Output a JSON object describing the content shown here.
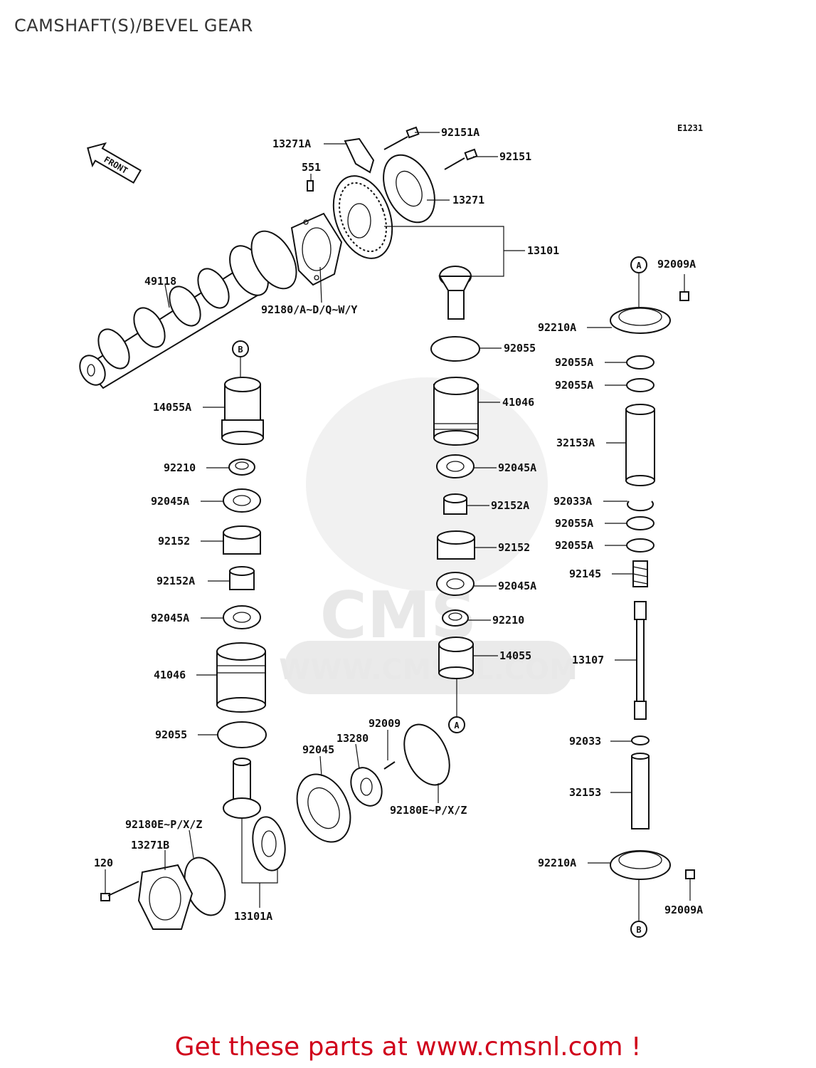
{
  "title": "CAMSHAFT(S)/BEVEL GEAR",
  "diagram_code": "E1231",
  "front_label": "FRONT",
  "watermark": {
    "brand": "CMS",
    "url": "WWW.CMSNL.COM"
  },
  "footer": "Get these parts at www.cmsnl.com !",
  "refs": {
    "a": "A",
    "b": "B"
  },
  "parts": [
    "13271A",
    "92151A",
    "92151",
    "551",
    "13271",
    "13101",
    "49118",
    "92180/A~D/Q~W/Y",
    "92009A",
    "92210A",
    "92055",
    "92055A",
    "92055A",
    "14055A",
    "41046",
    "32153A",
    "92210",
    "92045A",
    "92045A",
    "92152A",
    "92033A",
    "92152",
    "92055A",
    "92055A",
    "92152",
    "92152A",
    "92145",
    "92045A",
    "92045A",
    "92210",
    "13107",
    "14055",
    "41046",
    "92055",
    "92009",
    "13280",
    "92045",
    "92033",
    "32153",
    "92180E~P/X/Z",
    "92180E~P/X/Z",
    "13271B",
    "120",
    "92210A",
    "92009A",
    "13101A"
  ]
}
